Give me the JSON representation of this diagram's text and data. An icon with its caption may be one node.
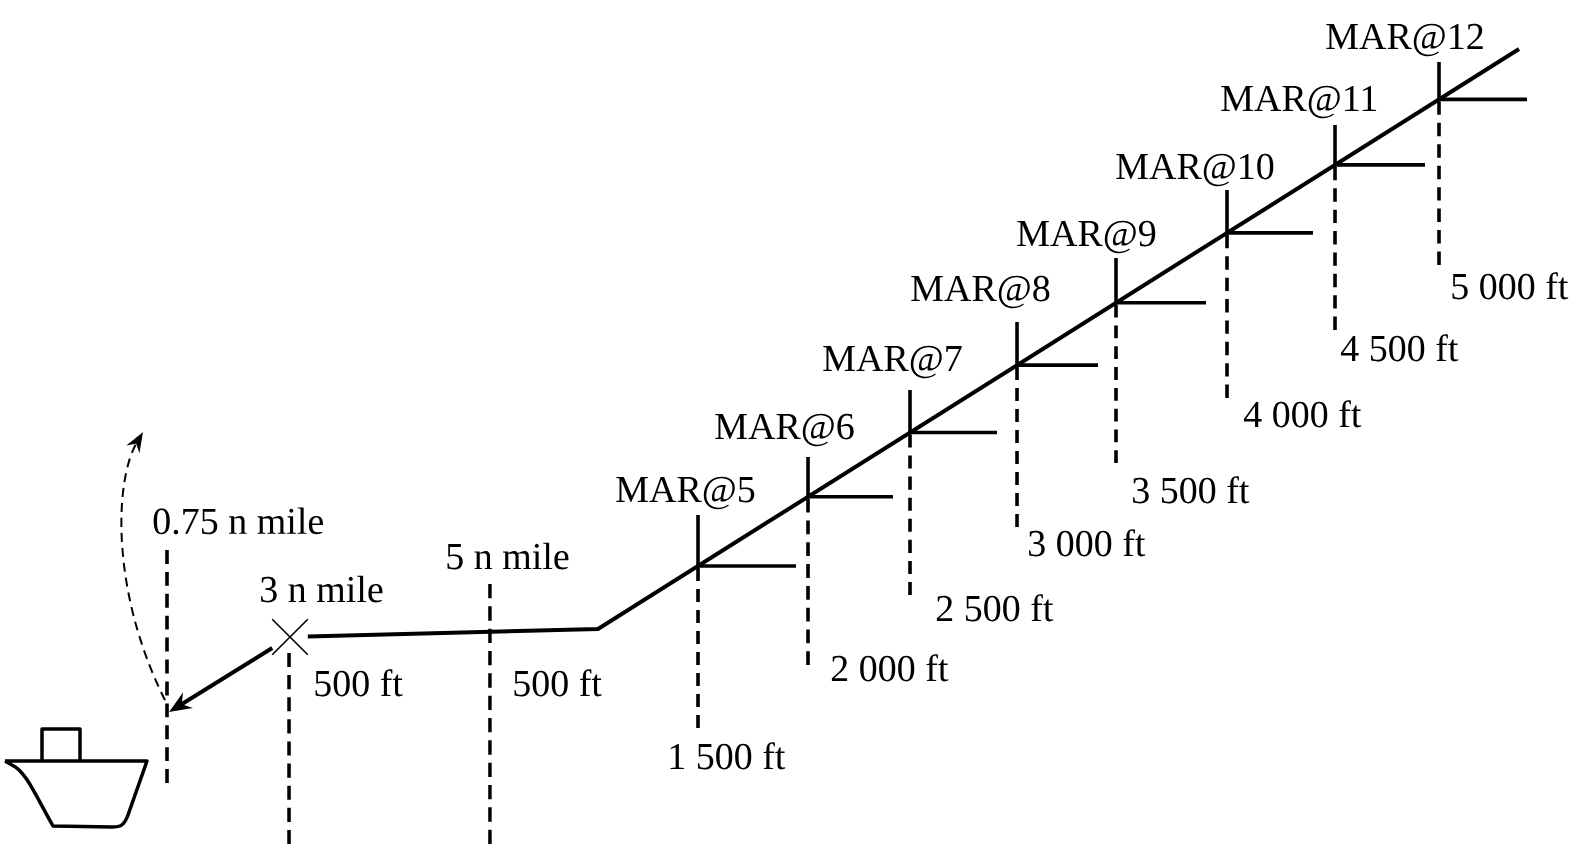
{
  "diagram": {
    "nodes": [
      {
        "text": [],
        "shape": "bar",
        "beside": [
          "0.75 n mile"
        ]
      },
      {
        "text": [],
        "shape": "cross"
      }
    ],
    "edges": [
      {
        "from": null,
        "to": 1,
        "arrow": "none"
      },
      {
        "from": 1,
        "to": 0,
        "arrow": "to"
      },
      {
        "from": 0,
        "to": null,
        "arrow": "to",
        "style": "dashed"
      }
    ],
    "labels": [
      "MAR@12",
      "MAR@11",
      "MAR@10",
      "MAR@9",
      "5 000 ft",
      "MAR@8",
      "4 500 ft",
      "MAR@7",
      "4 000 ft",
      "MAR@6",
      "MAR@5",
      "3 500 ft",
      "3 000 ft",
      "5 n mile",
      "3 n mile",
      "2 500 ft",
      "2 000 ft",
      "500 ft",
      "500 ft",
      "1 500 ft"
    ]
  }
}
